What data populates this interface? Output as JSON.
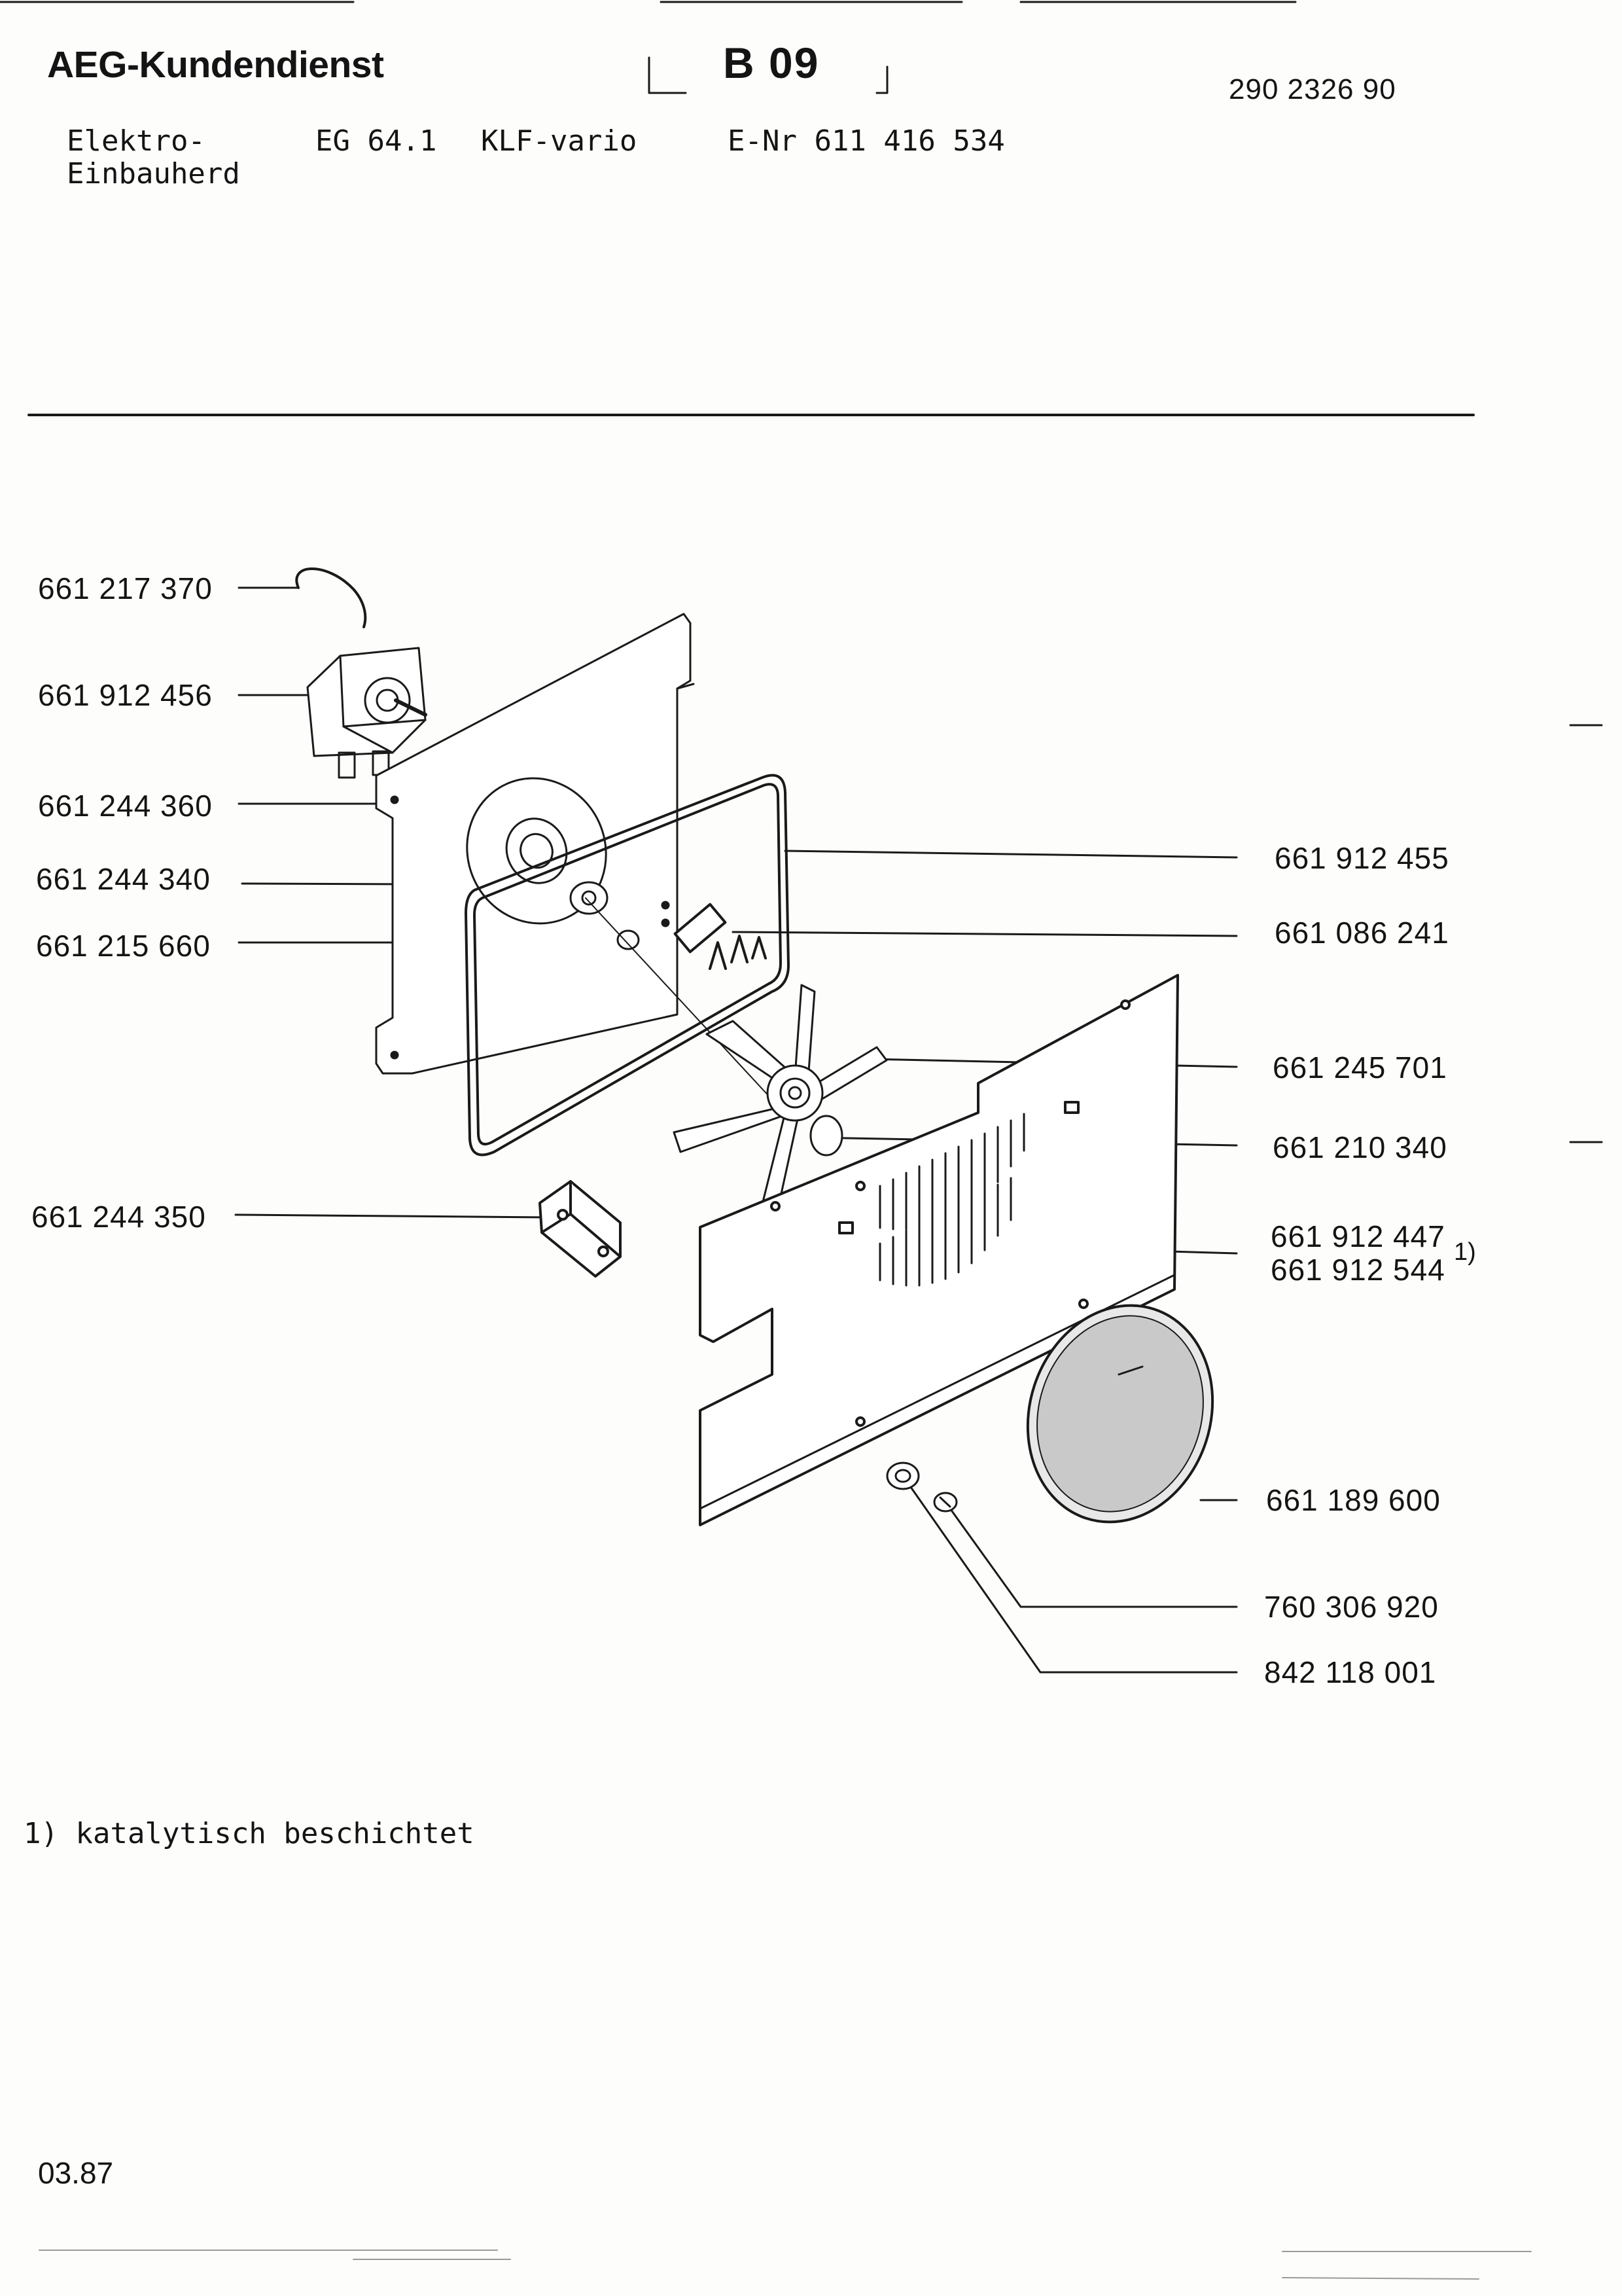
{
  "header": {
    "brand": "AEG-Kundendienst",
    "sheet_code": "B 09",
    "document_number": "290 2326 90",
    "product_line1": "Elektro-",
    "product_line2": "Einbauherd",
    "model": "EG  64.1",
    "variant": "KLF-vario",
    "e_number": "E-Nr 611 416 534"
  },
  "parts": {
    "left": [
      "661 217 370",
      "661 912 456",
      "661 244 360",
      "661 244 340",
      "661 215 660",
      "661 244 350"
    ],
    "right": [
      "661 912 455",
      "661 086 241",
      "661 245 701",
      "661 210 340",
      "661 912 447",
      "661 912 544",
      "661 189 600",
      "760 306 920",
      "842 118 001"
    ],
    "footnote_marker": "1)"
  },
  "footnote": "1) katalytisch beschichtet",
  "date": "03.87"
}
